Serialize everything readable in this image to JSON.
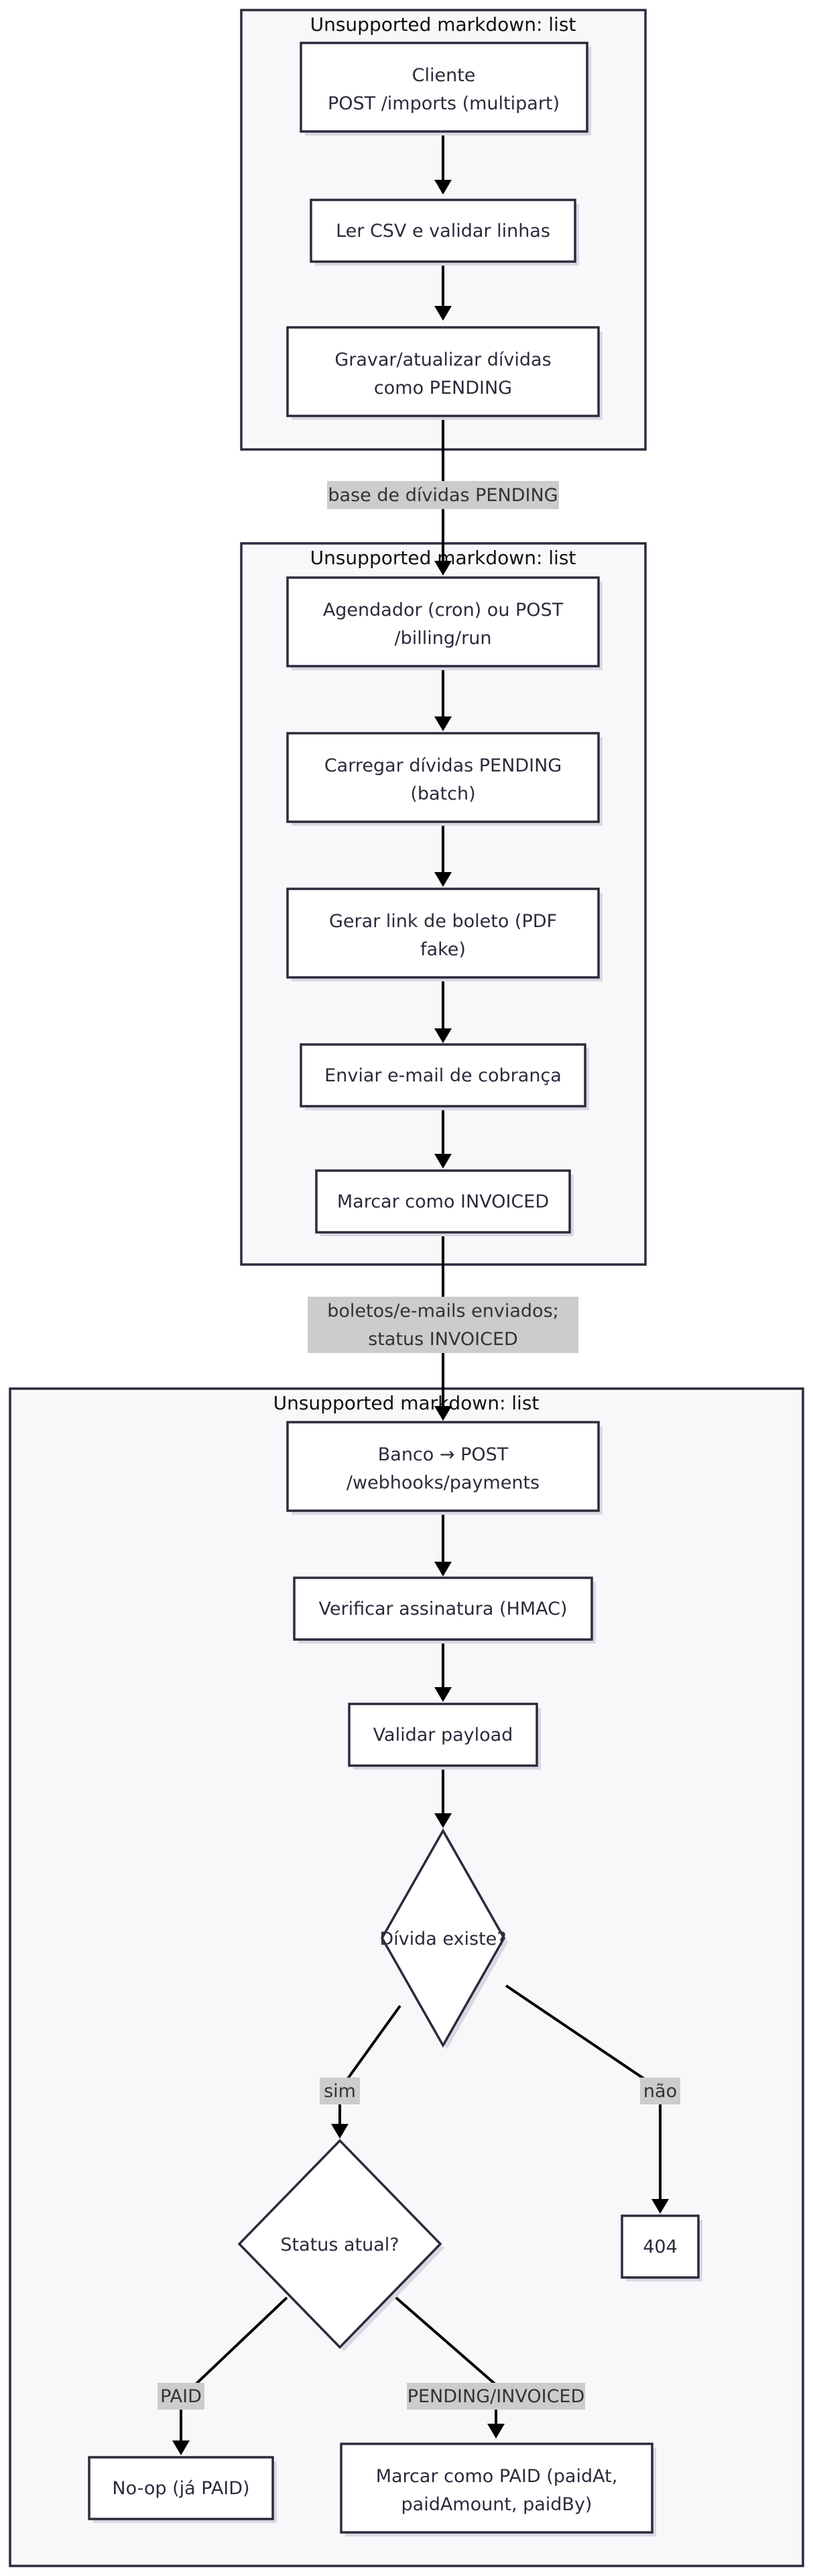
{
  "clusters": {
    "c1": {
      "title": "Unsupported markdown: list"
    },
    "c2": {
      "title": "Unsupported markdown: list"
    },
    "c3": {
      "title": "Unsupported markdown: list"
    }
  },
  "nodes": {
    "cliente": [
      "Cliente",
      "POST /imports (multipart)"
    ],
    "ler_csv": [
      "Ler CSV e validar linhas"
    ],
    "gravar": [
      "Gravar/atualizar dívidas",
      "como PENDING"
    ],
    "agendador": [
      "Agendador (cron) ou POST",
      "/billing/run"
    ],
    "carregar": [
      "Carregar dívidas PENDING",
      "(batch)"
    ],
    "gerar": [
      "Gerar link de boleto (PDF",
      "fake)"
    ],
    "enviar": [
      "Enviar e-mail de cobrança"
    ],
    "marcar_invoiced": [
      "Marcar como INVOICED"
    ],
    "banco": [
      "Banco → POST",
      "/webhooks/payments"
    ],
    "verificar": [
      "Verificar assinatura (HMAC)"
    ],
    "validar": [
      "Validar payload"
    ],
    "divida_existe": [
      "Dívida existe?"
    ],
    "status_atual": [
      "Status atual?"
    ],
    "not_found": [
      "404"
    ],
    "noop": [
      "No-op (já PAID)"
    ],
    "marcar_paid": [
      "Marcar como PAID (paidAt,",
      "paidAmount, paidBy)"
    ]
  },
  "edge_labels": {
    "pending_base": [
      "base de dívidas PENDING"
    ],
    "invoiced_status": [
      "boletos/e-mails enviados;",
      "status INVOICED"
    ],
    "sim": [
      "sim"
    ],
    "nao": [
      "não"
    ],
    "paid": [
      "PAID"
    ],
    "pending_invoiced": [
      "PENDING/INVOICED"
    ]
  }
}
